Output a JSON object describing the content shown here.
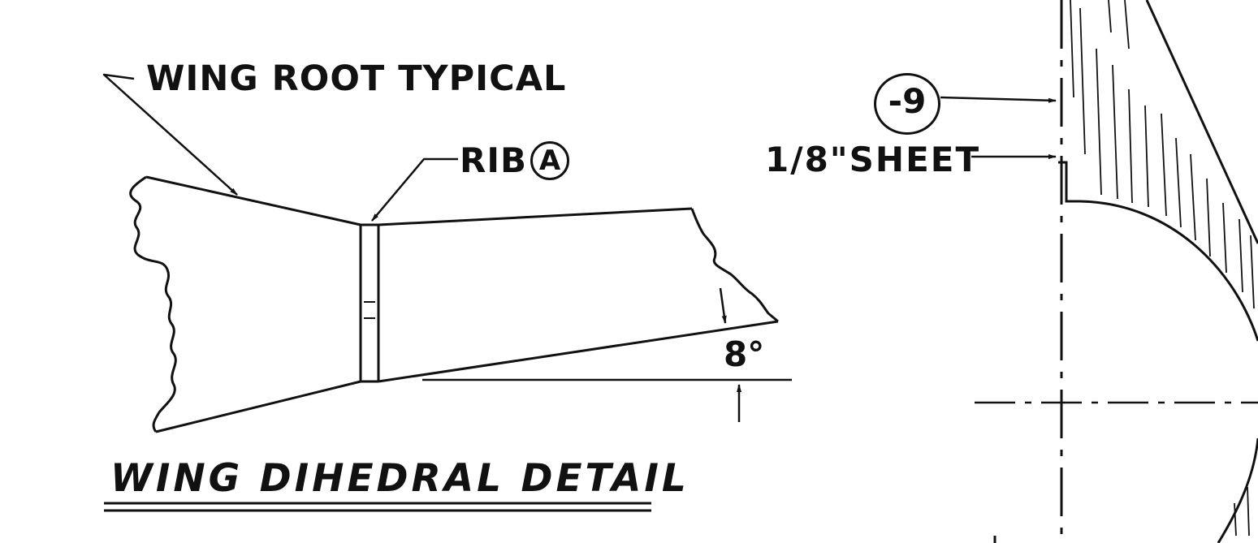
{
  "labels": {
    "wing_root": "WING ROOT TYPICAL",
    "rib": "RIB",
    "rib_callout": "A",
    "angle": "8°",
    "detail_title": "WING DIHEDRAL DETAIL",
    "part_number": "-9",
    "sheet": "1/8\"SHEET"
  }
}
